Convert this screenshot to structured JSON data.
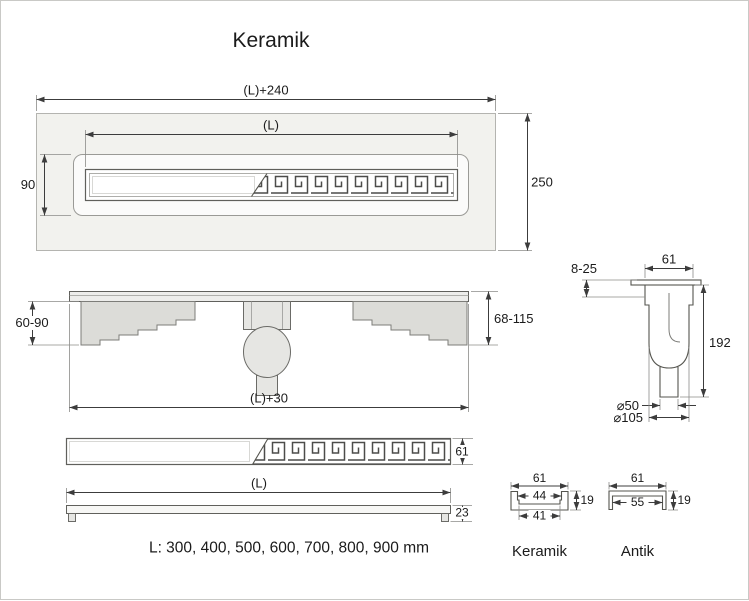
{
  "title": "Keramik",
  "top_view": {
    "dim_overall_length": "(L)+240",
    "dim_channel_length": "(L)",
    "dim_flange_width": "90",
    "dim_overall_width": "250"
  },
  "front_view": {
    "dim_bracket_height": "60-90",
    "dim_install_height": "68-115",
    "dim_body_length": "(L)+30"
  },
  "section_view": {
    "dim_tile_range": "8-25",
    "dim_width": "61",
    "dim_height": "192",
    "dim_outlet_diameter": "⌀50",
    "dim_trap_diameter": "⌀105"
  },
  "grate_view": {
    "dim_height": "61"
  },
  "rail_view": {
    "dim_length": "(L)",
    "dim_height": "23"
  },
  "lengths_note": "L: 300, 400, 500, 600, 700, 800, 900 mm",
  "profiles": {
    "keramik": {
      "label": "Keramik",
      "dim_outer_width": "61",
      "dim_top_opening": "44",
      "dim_height": "19",
      "dim_bottom_opening": "41"
    },
    "antik": {
      "label": "Antik",
      "dim_outer_width": "61",
      "dim_opening": "55",
      "dim_height": "19"
    }
  }
}
